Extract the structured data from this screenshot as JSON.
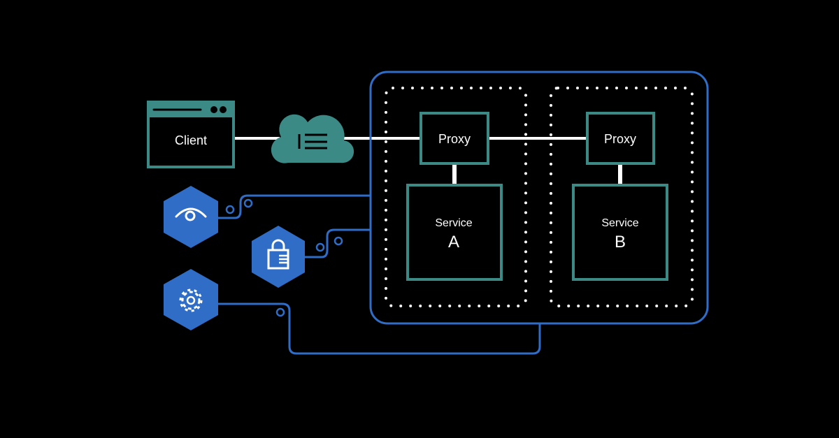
{
  "colors": {
    "background": "#000000",
    "teal": "#3b8a86",
    "blue": "#2f6dc6",
    "white": "#ffffff"
  },
  "client": {
    "label": "Client",
    "icon": "browser-window-icon"
  },
  "cloud": {
    "icon": "cloud-list-icon"
  },
  "mesh": {
    "pods": [
      {
        "proxy_label": "Proxy",
        "service_label": "Service",
        "service_letter": "A"
      },
      {
        "proxy_label": "Proxy",
        "service_label": "Service",
        "service_letter": "B"
      }
    ]
  },
  "control_plane": {
    "items": [
      {
        "icon": "eye-icon",
        "meaning": "observability"
      },
      {
        "icon": "lock-icon",
        "meaning": "security"
      },
      {
        "icon": "gear-icon",
        "meaning": "configuration"
      }
    ]
  }
}
